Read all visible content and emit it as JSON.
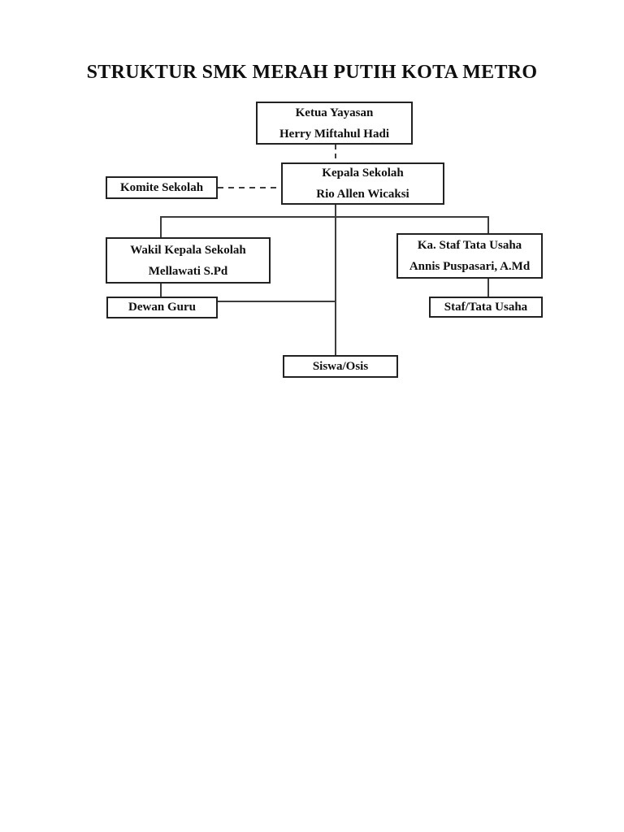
{
  "document": {
    "title": "STRUKTUR SMK MERAH PUTIH KOTA METRO"
  },
  "colors": {
    "page_background": "#ffffff",
    "box_border": "#222222",
    "connector": "#3c3c3c",
    "text": "#101010"
  },
  "org_chart": {
    "nodes": {
      "ketua_yayasan": {
        "role": "Ketua Yayasan",
        "person": "Herry Miftahul Hadi"
      },
      "kepala_sekolah": {
        "role": "Kepala Sekolah",
        "person": "Rio Allen Wicaksi"
      },
      "komite_sekolah": {
        "label": "Komite Sekolah"
      },
      "wakil_kepala_sekolah": {
        "role": "Wakil Kepala Sekolah",
        "person": "Mellawati S.Pd"
      },
      "ka_staf_tata_usaha": {
        "role": "Ka. Staf Tata Usaha",
        "person": "Annis Puspasari, A.Md"
      },
      "dewan_guru": {
        "label": "Dewan Guru"
      },
      "staf_tata_usaha": {
        "label": "Staf/Tata Usaha"
      },
      "siswa_osis": {
        "label": "Siswa/Osis"
      }
    },
    "connections": [
      {
        "from": "ketua_yayasan",
        "to": "kepala_sekolah",
        "style": "dashed"
      },
      {
        "from": "komite_sekolah",
        "to": "kepala_sekolah",
        "style": "dashed"
      },
      {
        "from": "kepala_sekolah",
        "to": "wakil_kepala_sekolah",
        "style": "solid"
      },
      {
        "from": "kepala_sekolah",
        "to": "ka_staf_tata_usaha",
        "style": "solid"
      },
      {
        "from": "kepala_sekolah",
        "to": "siswa_osis",
        "style": "solid"
      },
      {
        "from": "wakil_kepala_sekolah",
        "to": "dewan_guru",
        "style": "solid"
      },
      {
        "from": "ka_staf_tata_usaha",
        "to": "staf_tata_usaha",
        "style": "solid"
      },
      {
        "from": "dewan_guru",
        "to": "siswa_osis",
        "style": "solid"
      }
    ]
  }
}
